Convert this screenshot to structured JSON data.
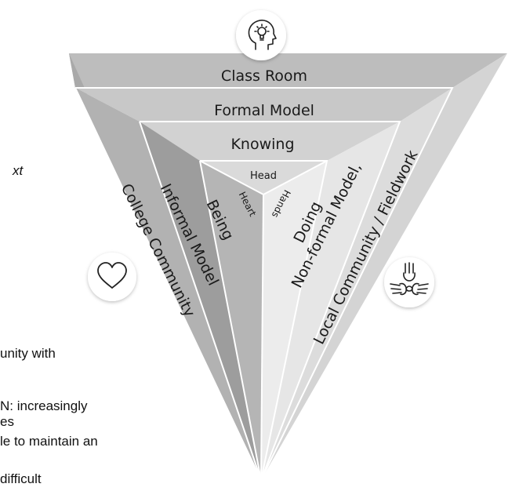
{
  "background_text": {
    "fragment_italic": "xt",
    "line1": "unity with",
    "line2": "N: increasingly",
    "line3": "es",
    "line4": "le to maintain an",
    "line5": "difficult"
  },
  "diagram": {
    "layers": {
      "outer": {
        "top": "Class Room",
        "left": "College Community",
        "right": "Local Community / Fieldwork"
      },
      "second": {
        "top": "Formal Model",
        "left": "Informal Model",
        "right": "Non-formal Model,"
      },
      "third": {
        "top": "Knowing",
        "left": "Being",
        "right": "Doing"
      },
      "core": {
        "top": "Head",
        "left": "Heart",
        "right": "Hands"
      }
    },
    "icons": [
      "head-lightbulb-icon",
      "heart-icon",
      "joined-hands-icon"
    ],
    "colors": {
      "outer_top": "#bdbdbd",
      "outer_left": "#a9a9a9",
      "outer_right": "#d4d4d4",
      "second_top": "#c8c8c8",
      "second_left": "#b2b2b2",
      "second_right": "#dcdcdc",
      "third_top": "#d2d2d2",
      "third_left": "#9d9d9d",
      "third_right": "#e6e6e6",
      "core_top": "#dadada",
      "core_left": "#b5b5b5",
      "core_right": "#ececec",
      "line": "#ffffff",
      "text": "#1a1a1a"
    }
  }
}
